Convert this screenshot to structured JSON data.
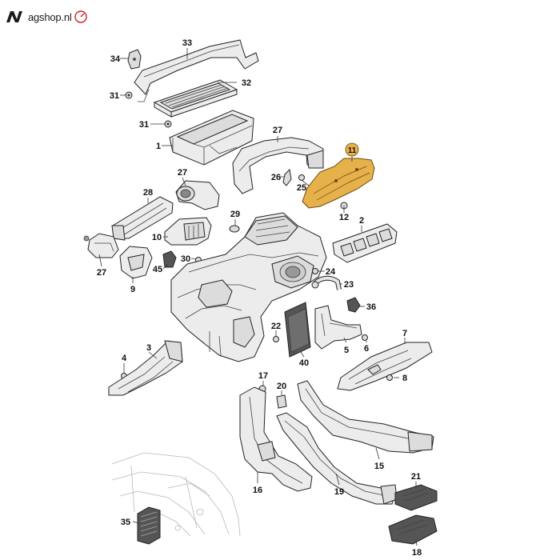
{
  "brand": {
    "logo_text": "agshop.nl",
    "mark_color": "#1a1a1a",
    "accent_color": "#d21f26"
  },
  "highlight_color": "#e6b04a",
  "callouts": [
    {
      "id": "c33",
      "label": "33"
    },
    {
      "id": "c34",
      "label": "34"
    },
    {
      "id": "c32",
      "label": "32"
    },
    {
      "id": "c31a",
      "label": "31"
    },
    {
      "id": "c31b",
      "label": "31"
    },
    {
      "id": "c1",
      "label": "1"
    },
    {
      "id": "c27a",
      "label": "27"
    },
    {
      "id": "c11",
      "label": "11"
    },
    {
      "id": "c26",
      "label": "26"
    },
    {
      "id": "c25",
      "label": "25"
    },
    {
      "id": "c12",
      "label": "12"
    },
    {
      "id": "c27b",
      "label": "27"
    },
    {
      "id": "c28",
      "label": "28"
    },
    {
      "id": "c29",
      "label": "29"
    },
    {
      "id": "c2",
      "label": "2"
    },
    {
      "id": "c10",
      "label": "10"
    },
    {
      "id": "c30",
      "label": "30"
    },
    {
      "id": "c45",
      "label": "45"
    },
    {
      "id": "c27c",
      "label": "27"
    },
    {
      "id": "c9",
      "label": "9"
    },
    {
      "id": "c24",
      "label": "24"
    },
    {
      "id": "c23",
      "label": "23"
    },
    {
      "id": "c36",
      "label": "36"
    },
    {
      "id": "c22",
      "label": "22"
    },
    {
      "id": "c7",
      "label": "7"
    },
    {
      "id": "c6",
      "label": "6"
    },
    {
      "id": "c5",
      "label": "5"
    },
    {
      "id": "c4",
      "label": "4"
    },
    {
      "id": "c3",
      "label": "3"
    },
    {
      "id": "c40",
      "label": "40"
    },
    {
      "id": "c8",
      "label": "8"
    },
    {
      "id": "c17",
      "label": "17"
    },
    {
      "id": "c20",
      "label": "20"
    },
    {
      "id": "c15",
      "label": "15"
    },
    {
      "id": "c16",
      "label": "16"
    },
    {
      "id": "c19",
      "label": "19"
    },
    {
      "id": "c21",
      "label": "21"
    },
    {
      "id": "c35",
      "label": "35"
    },
    {
      "id": "c18",
      "label": "18"
    }
  ]
}
